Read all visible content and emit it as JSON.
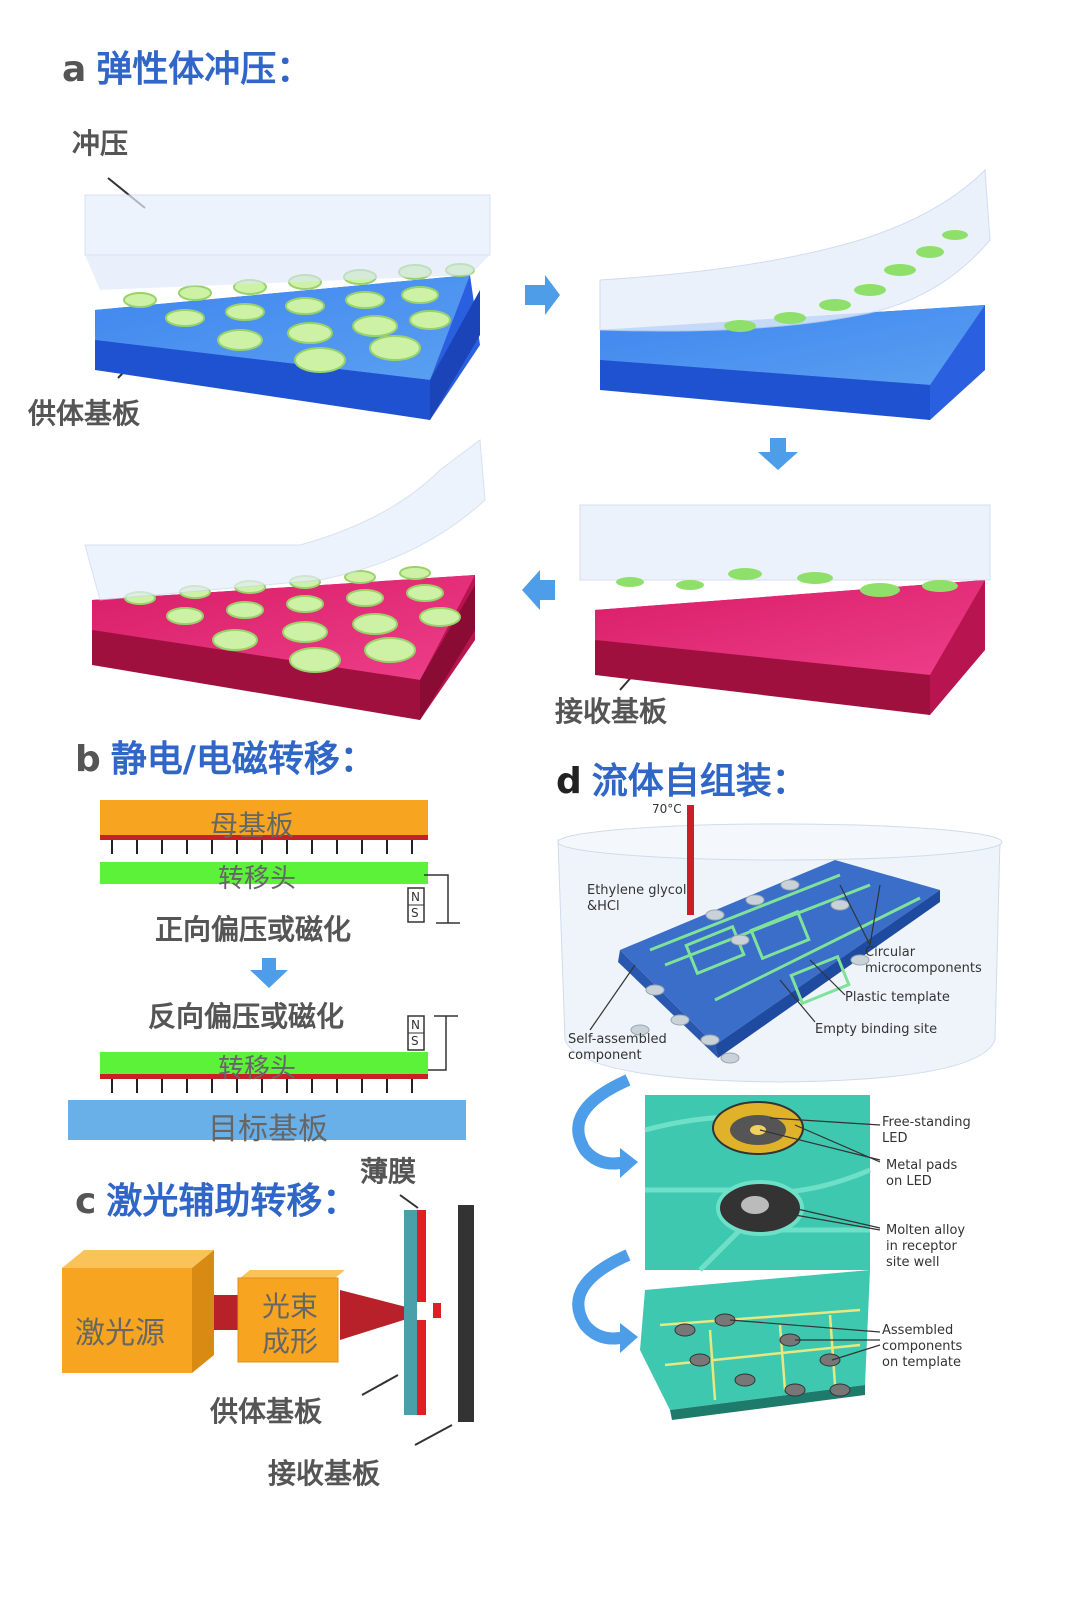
{
  "panel_a": {
    "letter": "a",
    "title": "弹性体冲压：",
    "label_stamp": "冲压",
    "label_donor": "供体基板",
    "label_receiver": "接收基板"
  },
  "panel_b": {
    "letter": "b",
    "title": "静电/电磁转移：",
    "mother_substrate": "母基板",
    "transfer_head": "转移头",
    "forward_bias": "正向偏压或磁化",
    "reverse_bias": "反向偏压或磁化",
    "target_substrate": "目标基板",
    "magnet_n": "N",
    "magnet_s": "S"
  },
  "panel_c": {
    "letter": "c",
    "title": "激光辅助转移：",
    "laser_source": "激光源",
    "beam_shaping_1": "光束",
    "beam_shaping_2": "成形",
    "film": "薄膜",
    "donor": "供体基板",
    "receiver": "接收基板"
  },
  "panel_d": {
    "letter": "d",
    "title": "流体自组装：",
    "temp": "70°C",
    "liquid_1": "Ethylene glycol",
    "liquid_2": "&HCl",
    "circular_1": "Circular",
    "circular_2": "microcomponents",
    "plastic": "Plastic template",
    "empty_site": "Empty binding site",
    "self_1": "Self-assembled",
    "self_2": "component",
    "led_1": "Free-standing",
    "led_2": "LED",
    "pads_1": "Metal pads",
    "pads_2": "on LED",
    "alloy_1": "Molten alloy",
    "alloy_2": "in receptor",
    "alloy_3": "site well",
    "assembled_1": "Assembled",
    "assembled_2": "components",
    "assembled_3": "on template"
  },
  "colors": {
    "title_blue": "#2f66c7",
    "blue_substrate": "#2f6fe0",
    "pink_substrate": "#e0246a",
    "orange": "#f7a520",
    "green": "#5df23a",
    "light_blue": "#6ab0e8",
    "arrow_blue": "#4d9de8",
    "teal": "#3fc8b0"
  }
}
